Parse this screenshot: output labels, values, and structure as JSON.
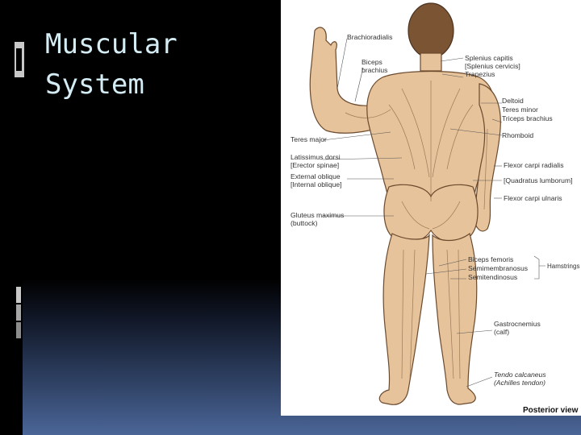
{
  "slide": {
    "title": "Muscular\nSystem"
  },
  "figure": {
    "alt": "Posterior view of the human muscular system",
    "caption": "Posterior view",
    "left_labels": [
      {
        "id": "brachioradialis",
        "lines": [
          "Brachioradialis"
        ]
      },
      {
        "id": "biceps-brachius",
        "lines": [
          "Biceps",
          "brachius"
        ]
      },
      {
        "id": "teres-major",
        "lines": [
          "Teres major"
        ]
      },
      {
        "id": "latissimus-dorsi",
        "lines": [
          "Latissimus dorsi",
          "[Erector spinae]"
        ]
      },
      {
        "id": "external-oblique",
        "lines": [
          "External oblique",
          "[Internal oblique]"
        ]
      },
      {
        "id": "gluteus-maximus",
        "lines": [
          "Gluteus maximus",
          "(buttock)"
        ]
      }
    ],
    "right_labels": [
      {
        "id": "splenius-capitis",
        "lines": [
          "Splenius capitis",
          "[Splenius cervicis]",
          "Trapezius"
        ]
      },
      {
        "id": "deltoid",
        "lines": [
          "Deltoid",
          "Teres minor",
          "Triceps brachius"
        ]
      },
      {
        "id": "rhomboid",
        "lines": [
          "Rhomboid"
        ]
      },
      {
        "id": "flexor-carpi-radialis",
        "lines": [
          "Flexor carpi radialis"
        ]
      },
      {
        "id": "quadratus-lumborum",
        "lines": [
          "[Quadratus lumborum]"
        ]
      },
      {
        "id": "flexor-carpi-ulnaris",
        "lines": [
          "Flexor carpi ulnaris"
        ]
      },
      {
        "id": "biceps-femoris",
        "lines": [
          "Biceps femoris",
          "Semimembranosus",
          "Semitendinosus"
        ]
      },
      {
        "id": "hamstrings",
        "lines": [
          "Hamstrings"
        ]
      },
      {
        "id": "gastrocnemius",
        "lines": [
          "Gastrocnemius",
          "(calf)"
        ]
      },
      {
        "id": "tendo-calcaneus",
        "lines": [
          "Tendo calcaneus",
          "(Achilles tendon)"
        ]
      }
    ]
  }
}
